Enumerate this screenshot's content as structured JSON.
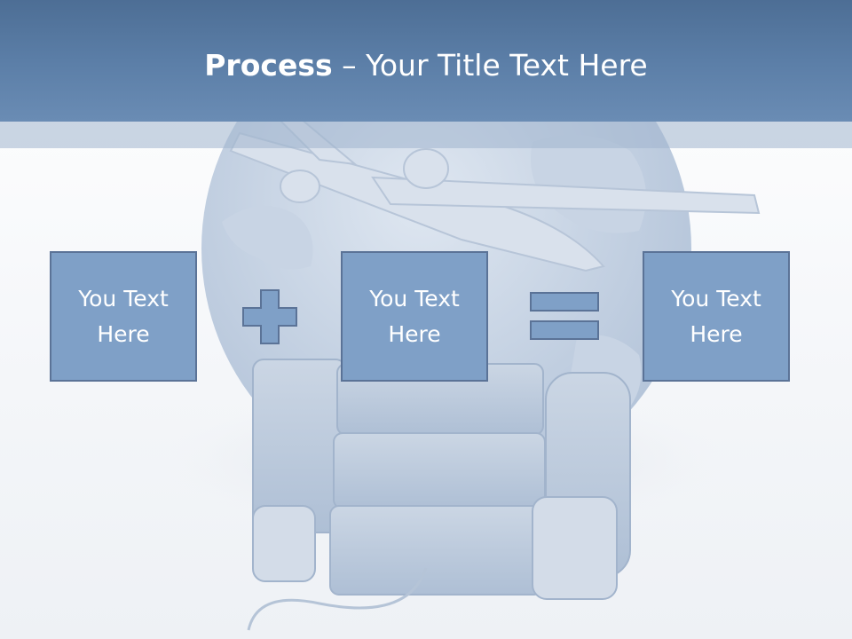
{
  "slide": {
    "title_bold": "Process",
    "title_rest": " – Your Title Text Here",
    "boxes": [
      {
        "text": "You Text Here"
      },
      {
        "text": "You Text Here"
      },
      {
        "text": "You Text Here"
      }
    ],
    "operators": [
      "plus-icon",
      "equals-icon"
    ],
    "background_image": "globe-airplane-luggage-icon"
  },
  "colors": {
    "header": "#5b7ea7",
    "box_fill": "#7fa0c7",
    "box_border": "#5b7397",
    "text": "#ffffff"
  }
}
